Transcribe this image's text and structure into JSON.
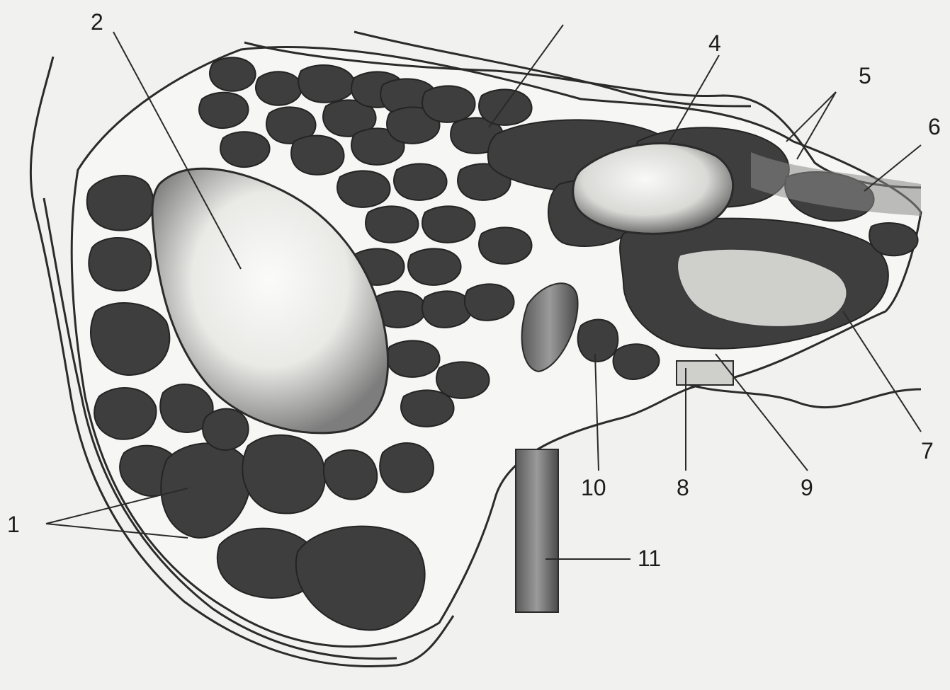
{
  "diagram": {
    "background": "#f1f1ef",
    "ink": "#3e3e3e",
    "callouts": [
      {
        "id": "1",
        "text": "1"
      },
      {
        "id": "2",
        "text": "2"
      },
      {
        "id": "3",
        "text": ""
      },
      {
        "id": "4",
        "text": "4"
      },
      {
        "id": "5",
        "text": "5"
      },
      {
        "id": "6",
        "text": "6"
      },
      {
        "id": "7",
        "text": "7"
      },
      {
        "id": "8",
        "text": "8"
      },
      {
        "id": "9",
        "text": "9"
      },
      {
        "id": "10",
        "text": "10"
      },
      {
        "id": "11",
        "text": "11"
      }
    ]
  }
}
